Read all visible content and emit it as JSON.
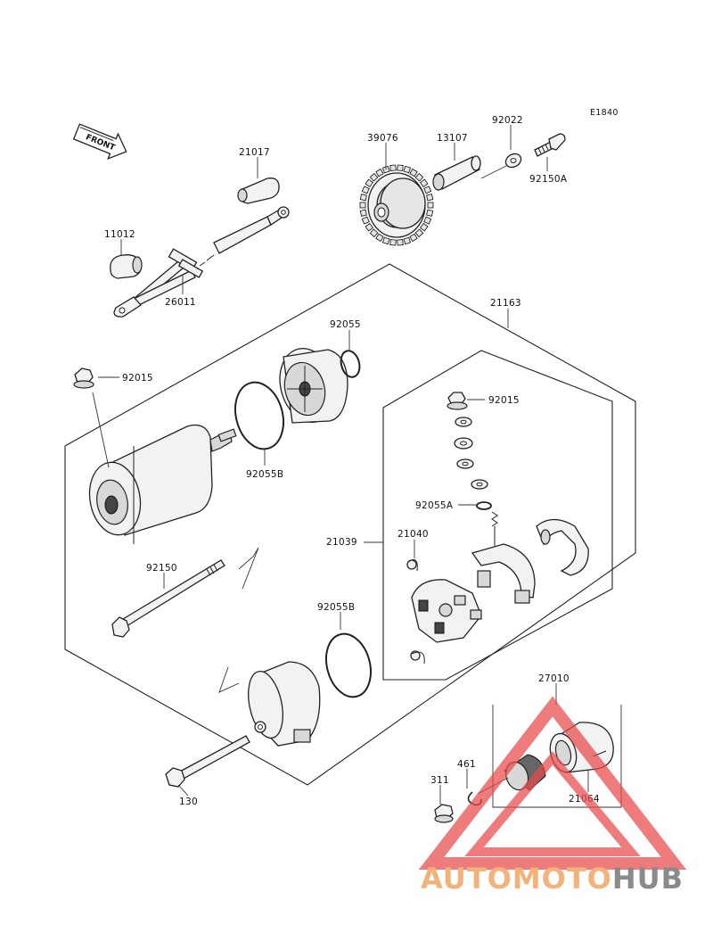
{
  "diagram_code": "E1840",
  "front_arrow_label": "FRONT",
  "watermark": {
    "brand_part1": "AUTOMOTO",
    "brand_part2": "HUB",
    "color_part1": "#f2b27a",
    "color_part2": "#8a8a8a",
    "triangle_color": "#e84a4a"
  },
  "parts": [
    {
      "id": "p21017",
      "label": "21017"
    },
    {
      "id": "p11012",
      "label": "11012"
    },
    {
      "id": "p26011",
      "label": "26011"
    },
    {
      "id": "p39076",
      "label": "39076"
    },
    {
      "id": "p13107",
      "label": "13107"
    },
    {
      "id": "p92022",
      "label": "92022"
    },
    {
      "id": "p92150A",
      "label": "92150A"
    },
    {
      "id": "p21163",
      "label": "21163"
    },
    {
      "id": "p92055",
      "label": "92055"
    },
    {
      "id": "p92015a",
      "label": "92015"
    },
    {
      "id": "p92055B1",
      "label": "92055B"
    },
    {
      "id": "p92015b",
      "label": "92015"
    },
    {
      "id": "p92055A",
      "label": "92055A"
    },
    {
      "id": "p21039",
      "label": "21039"
    },
    {
      "id": "p21040",
      "label": "21040"
    },
    {
      "id": "p92150",
      "label": "92150"
    },
    {
      "id": "p92055B2",
      "label": "92055B"
    },
    {
      "id": "p27010",
      "label": "27010"
    },
    {
      "id": "p461",
      "label": "461"
    },
    {
      "id": "p311",
      "label": "311"
    },
    {
      "id": "p21064",
      "label": "21064"
    },
    {
      "id": "p130",
      "label": "130"
    }
  ]
}
